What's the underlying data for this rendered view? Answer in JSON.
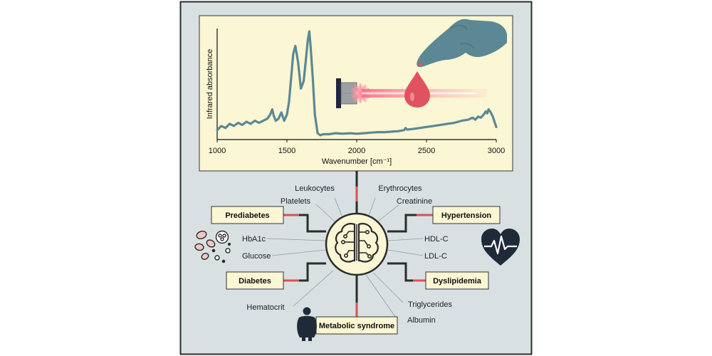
{
  "colors": {
    "background": "#d8e0e2",
    "panel": "#fbf6d3",
    "spectrum": "#5b8894",
    "connector_red": "#d9534f",
    "connector_dark": "#2b2b2b"
  },
  "chart_data": {
    "type": "line",
    "xlabel": "Wavenumber [cm⁻¹]",
    "ylabel": "Infrared absorbance",
    "xlim": [
      1000,
      3000
    ],
    "xticks": [
      "1000",
      "1500",
      "2000",
      "2500",
      "3000"
    ],
    "series": [
      {
        "x": [
          1000,
          1030,
          1060,
          1090,
          1120,
          1150,
          1180,
          1210,
          1240,
          1270,
          1300,
          1330,
          1360,
          1380,
          1395,
          1405,
          1420,
          1440,
          1460,
          1480,
          1500,
          1515,
          1530,
          1545,
          1560,
          1580,
          1600,
          1620,
          1635,
          1650,
          1660,
          1670,
          1685,
          1700,
          1720,
          1740,
          1760,
          1780,
          1800,
          1850,
          1900,
          1950,
          2000,
          2050,
          2100,
          2150,
          2200,
          2250,
          2300,
          2340,
          2350,
          2360,
          2400,
          2450,
          2500,
          2550,
          2600,
          2650,
          2700,
          2750,
          2800,
          2830,
          2850,
          2870,
          2890,
          2910,
          2925,
          2935,
          2945,
          2960,
          2975,
          2990,
          3000
        ],
        "y": [
          0.05,
          0.09,
          0.07,
          0.11,
          0.09,
          0.12,
          0.1,
          0.13,
          0.11,
          0.14,
          0.12,
          0.14,
          0.16,
          0.2,
          0.25,
          0.19,
          0.14,
          0.16,
          0.22,
          0.14,
          0.2,
          0.32,
          0.55,
          0.78,
          0.86,
          0.7,
          0.45,
          0.52,
          0.72,
          0.92,
          1.0,
          0.85,
          0.55,
          0.2,
          0.02,
          0.0,
          0.01,
          0.01,
          0.01,
          0.02,
          0.015,
          0.02,
          0.015,
          0.02,
          0.025,
          0.03,
          0.03,
          0.035,
          0.04,
          0.05,
          0.07,
          0.055,
          0.06,
          0.07,
          0.08,
          0.09,
          0.1,
          0.11,
          0.12,
          0.14,
          0.15,
          0.17,
          0.15,
          0.18,
          0.17,
          0.2,
          0.23,
          0.21,
          0.25,
          0.22,
          0.18,
          0.12,
          0.08
        ]
      }
    ]
  },
  "conditions": {
    "prediabetes": "Prediabetes",
    "diabetes": "Diabetes",
    "hypertension": "Hypertension",
    "dyslipidemia": "Dyslipidemia",
    "metabolic": "Metabolic syndrome"
  },
  "markers": {
    "leukocytes": "Leukocytes",
    "erythrocytes": "Erythrocytes",
    "platelets": "Platelets",
    "creatinine": "Creatinine",
    "hba1c": "HbA1c",
    "glucose": "Glucose",
    "hdl": "HDL-C",
    "ldl": "LDL-C",
    "hematocrit": "Hematocrit",
    "triglycerides": "Triglycerides",
    "albumin": "Albumin"
  },
  "icons": {
    "brain": "brain-circuit-icon",
    "hand": "finger-prick-icon",
    "drop": "blood-drop-icon",
    "laser": "laser-source-icon",
    "cells": "blood-cells-icon",
    "heart": "heart-rate-icon",
    "person": "person-icon"
  }
}
